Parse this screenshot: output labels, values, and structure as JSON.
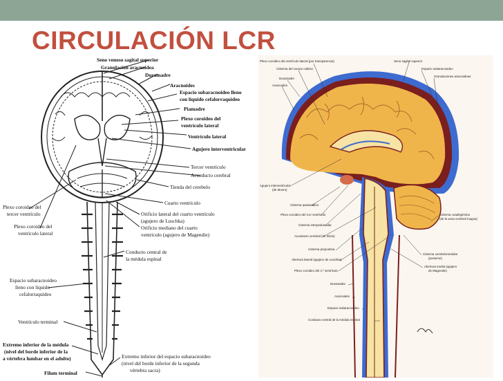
{
  "slide": {
    "title": "CIRCULACIÓN LCR",
    "colors": {
      "topbar": "#8da595",
      "title": "#c1503f"
    }
  },
  "left_diagram": {
    "labels": {
      "seno": "Seno venoso sagital superior",
      "granulacion": "Granulación aracnoidea",
      "duramadre": "Duramadre",
      "aracnoides": "Aracnoides",
      "espacio1": "Espacio subaracnoideo lleno",
      "espacio2": "con líquido cefalorraquídeo",
      "piamadre": "Piamadre",
      "plexo_lat1": "Plexo coroideo del",
      "plexo_lat2": "ventrículo lateral",
      "vent_lat": "Ventrículo lateral",
      "agujero_iv": "Agujero interventricular",
      "tercer": "Tercer ventrículo",
      "acueducto": "Acueducto cerebral",
      "tienda": "Tienda del cerebelo",
      "cuarto": "Cuarto ventrículo",
      "orificio_lat1": "Orificio lateral del cuarto ventrículo",
      "orificio_lat2": "(agujero de Luschka)",
      "orificio_med1": "Orificio mediano del cuarto",
      "orificio_med2": "ventrículo (agujero de Magendie)",
      "conducto1": "Conducto central de",
      "conducto2": "la médula espinal",
      "plexo_tercer1": "Plexo coroideo del",
      "plexo_tercer2": "tercer ventrículo",
      "plexo_vl1": "Plexo coroideo del",
      "plexo_vl2": "ventrículo lateral",
      "esp_sub1": "Espacio subaracnoideo",
      "esp_sub2": "lleno con líquido",
      "esp_sub3": "cefalorraquídeo",
      "vent_terminal": "Ventrículo terminal",
      "extremo1": "Extremo inferior de la médula",
      "extremo2": "(nivel del borde inferior de la",
      "extremo3": "a vértebra lumbar en el adulto)",
      "ext_esp1": "Extremo inferior del espacio subaracnoideo",
      "ext_esp2": "(nivel del borde inferior de la segunda",
      "ext_esp3": "vértebra sacra)",
      "filum": "Filum terminal"
    }
  },
  "right_diagram": {
    "labels": {
      "r_plexo": "Plexo coroideo del ventrículo lateral (por transparencia)",
      "r_seno": "Seno sagital superior",
      "r_cisterna_cc": "Cisterna del cuerpo calloso",
      "r_espacio": "Espacio subaracnoideo",
      "r_duramadre": "Duramadre",
      "r_granulaciones": "Granulaciones aracnoideas",
      "r_aracnoides": "Aracnoides",
      "r_agujero1": "Agujero interventricular",
      "r_agujero2": "(de Monro)",
      "r_cist_quias": "Cisterna quiasmática",
      "r_plexo3": "Plexo coroideo del 3.er ventrículo",
      "r_cist_interp": "Cisterna interpeduncular",
      "r_acueducto": "Acueducto cerebral (de Silvio)",
      "r_cist_pont": "Cisterna prepontina",
      "r_abert_lat": "Abertura lateral (agujero de Luschka)",
      "r_plexo4": "Plexo coroideo del 4.º ventrículo",
      "r_dura2": "Duramadre",
      "r_arac2": "Aracnoides",
      "r_esp2": "Espacio subaracnoideo",
      "r_conducto": "Conducto central de la médula espinal",
      "r_cist_cuad1": "Cisterna cuadrigémina",
      "r_cist_cuad2": "(de la vena cerebral magna)",
      "r_cist_cereb1": "Cisterna cerebelomedular",
      "r_cist_cereb2": "(posterior)",
      "r_abert_med1": "Abertura media (agujero",
      "r_abert_med2": "de Magendie)"
    },
    "colors": {
      "brain": "#f0b54a",
      "csf": "#3e6bd0",
      "dura": "#7a1e1e",
      "cord": "#f7e3a3"
    }
  }
}
